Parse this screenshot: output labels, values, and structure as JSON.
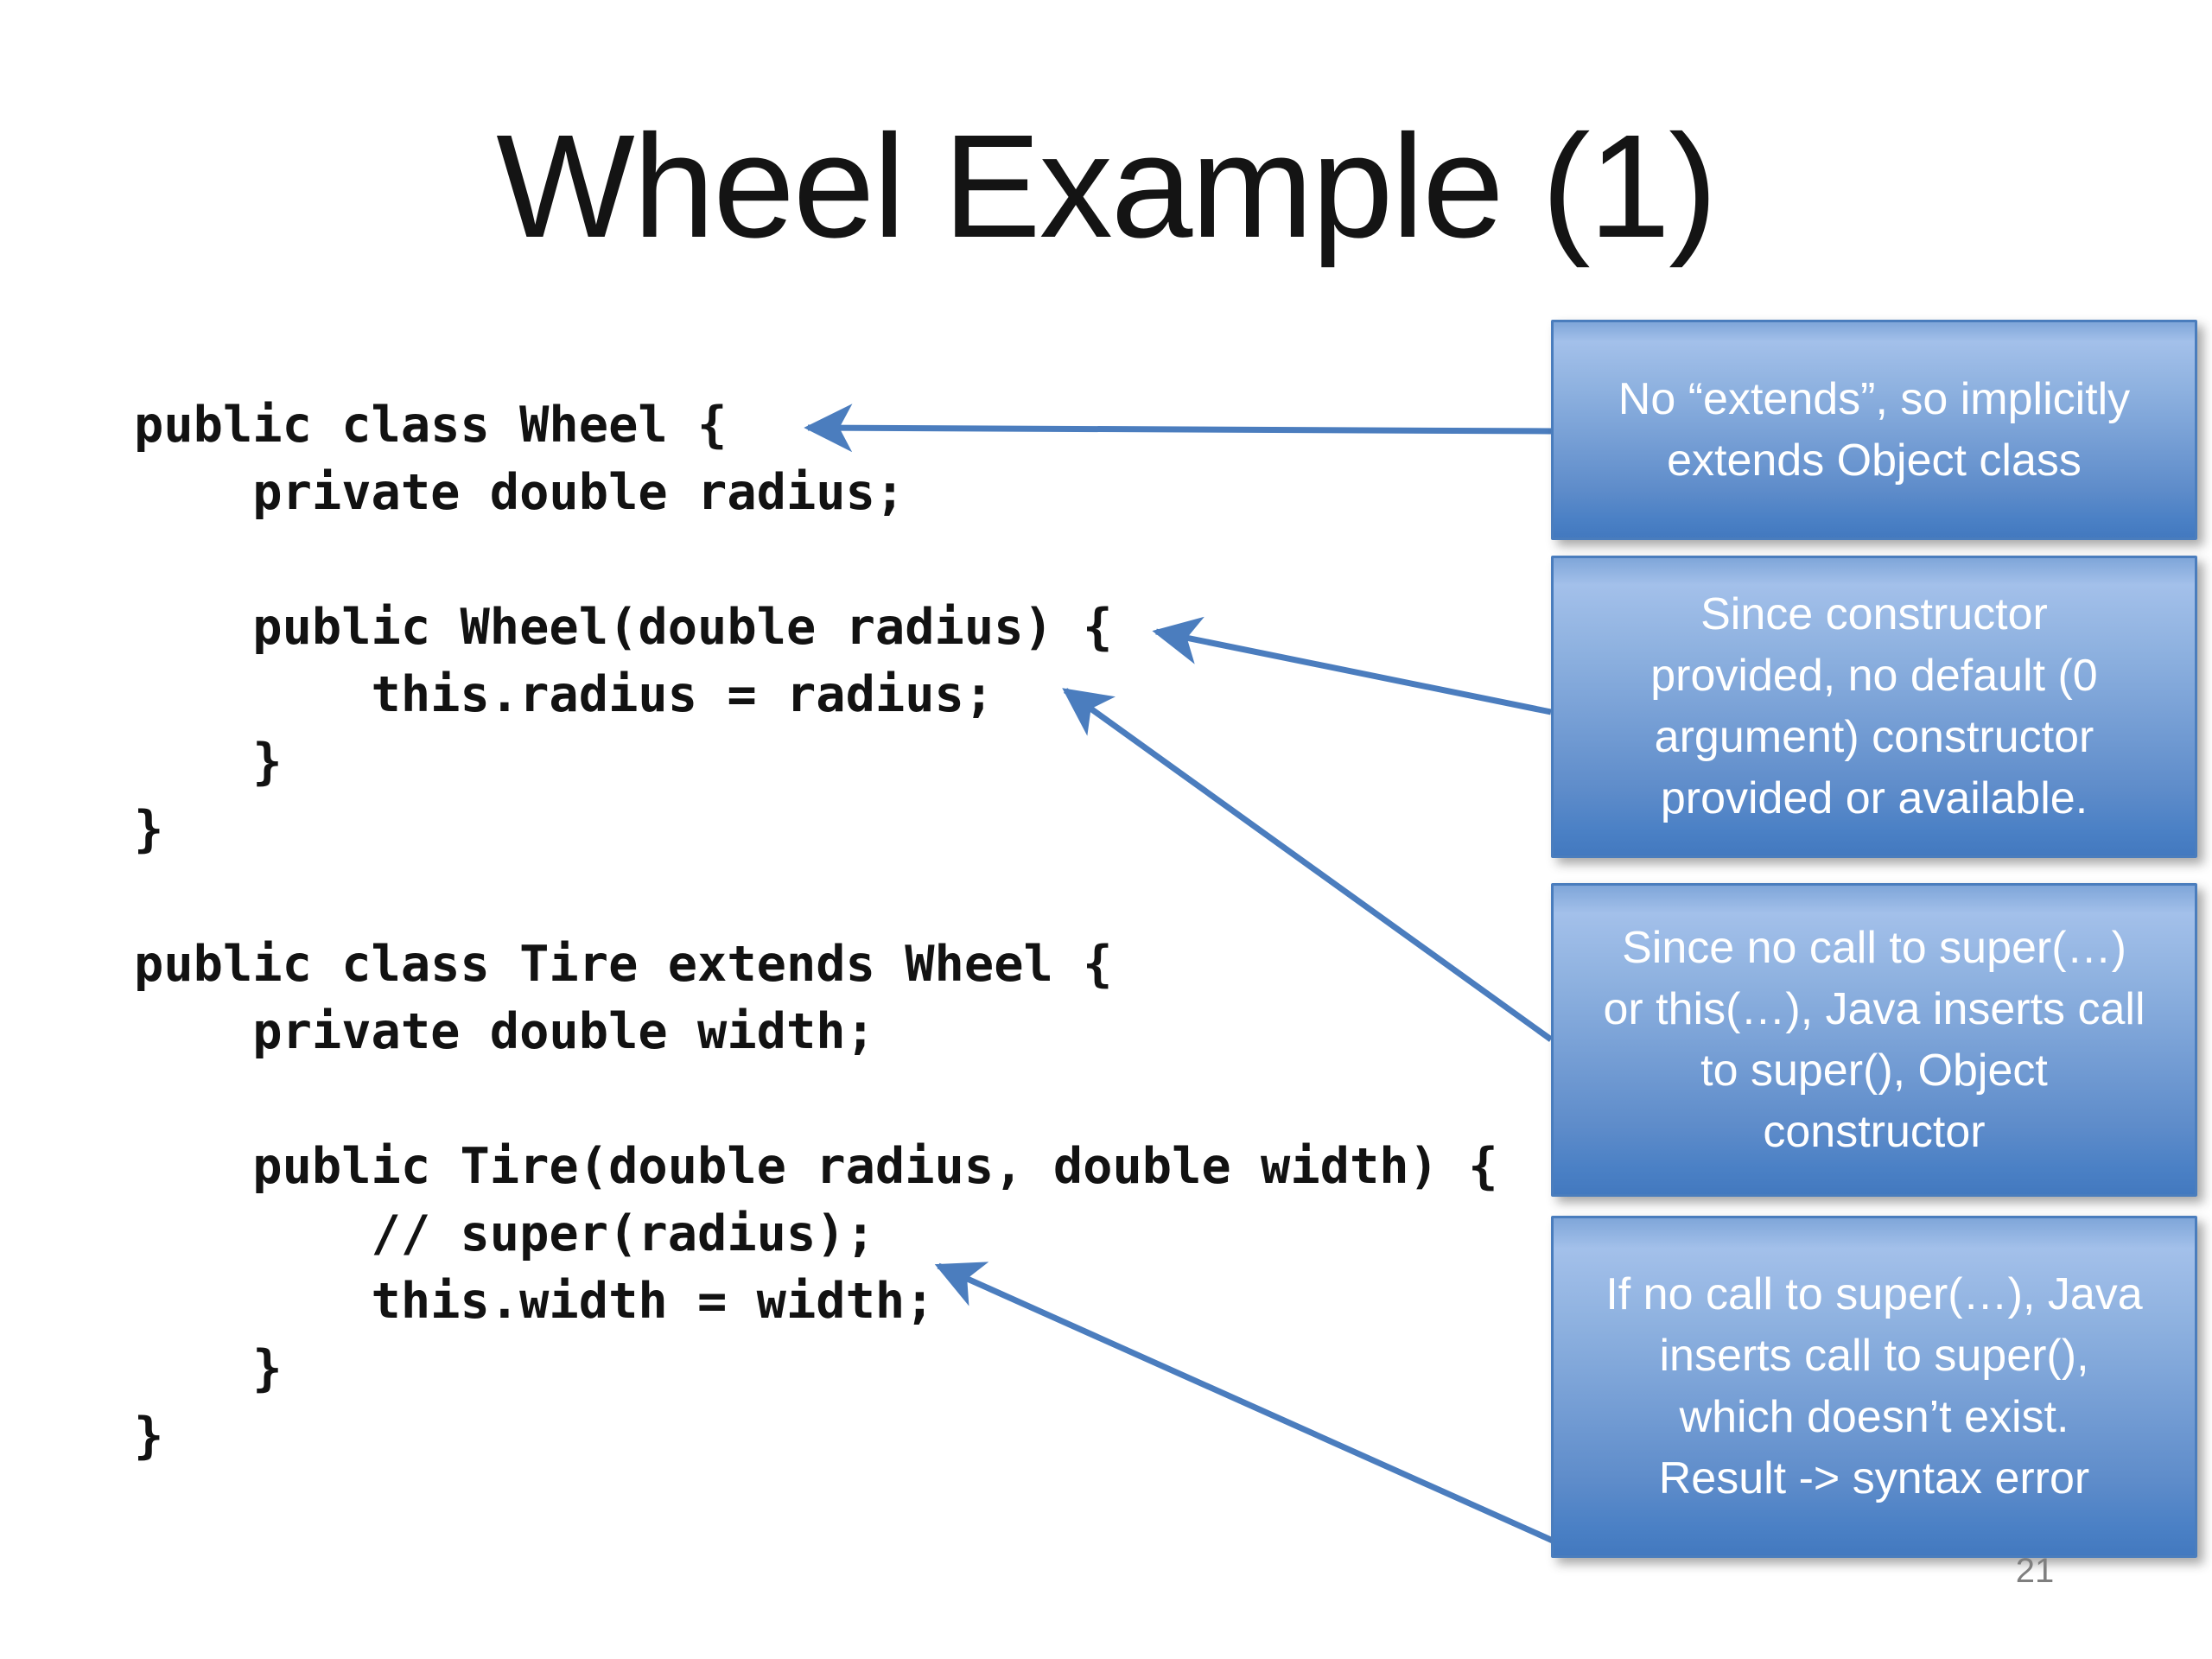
{
  "slide": {
    "title": "Wheel Example (1)",
    "page_number": "21"
  },
  "code": {
    "text": "public class Wheel {\n    private double radius;\n\n    public Wheel(double radius) {\n        this.radius = radius;\n    }\n}\n\npublic class Tire extends Wheel {\n    private double width;\n\n    public Tire(double radius, double width) {\n        // super(radius);\n        this.width = width;\n    }\n}"
  },
  "callouts": [
    {
      "text": "No “extends”, so implicitly\nextends Object class"
    },
    {
      "text": "Since constructor\nprovided, no default (0\nargument) constructor\nprovided or available."
    },
    {
      "text": "Since no call to super(…)\nor this(…), Java inserts call\nto super(), Object\nconstructor"
    },
    {
      "text": "If no call to super(…), Java\ninserts call to super(),\nwhich doesn’t exist.\nResult -> syntax error"
    }
  ],
  "colors": {
    "arrow": "#4b7dbe",
    "callout_border": "#4a7dbd",
    "callout_top": "#a3c0ea",
    "callout_bottom": "#4379bf",
    "title_text": "#141414",
    "code_text": "#121212",
    "callout_text": "#ffffff",
    "page_number_text": "#7f7f7f"
  }
}
